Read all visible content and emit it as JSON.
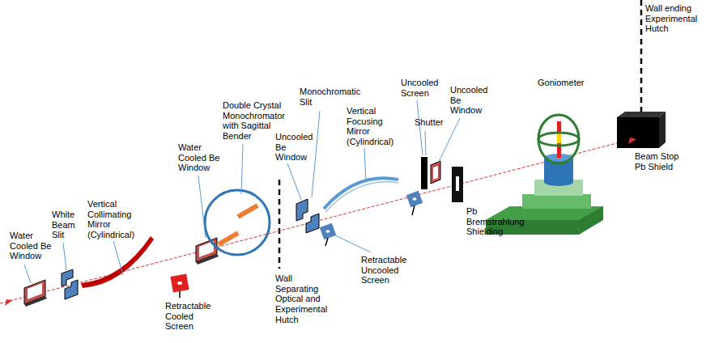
{
  "diagram": {
    "labels": [
      "Water Cooled Be Window",
      "White Beam Slit",
      "Vertical Collimating Mirror (Cylindrical)",
      "Retractable Cooled Screen",
      "Water Cooled Be Window",
      "Double Crystal Monochromator with Sagittal Bender",
      "Wall Separating Optical and Experimental Hutch",
      "Uncooled Be Window",
      "Monochromatic Slit",
      "Vertical Focusing Mirror (Cylindrical)",
      "Retractable Uncooled Screen",
      "Uncooled Screen",
      "Shutter",
      "Uncooled Be Window",
      "Pb Bremstrahlung Shielding",
      "Goniometer",
      "Wall ending Experimental Hutch",
      "Beam Stop Pb Shield"
    ]
  }
}
